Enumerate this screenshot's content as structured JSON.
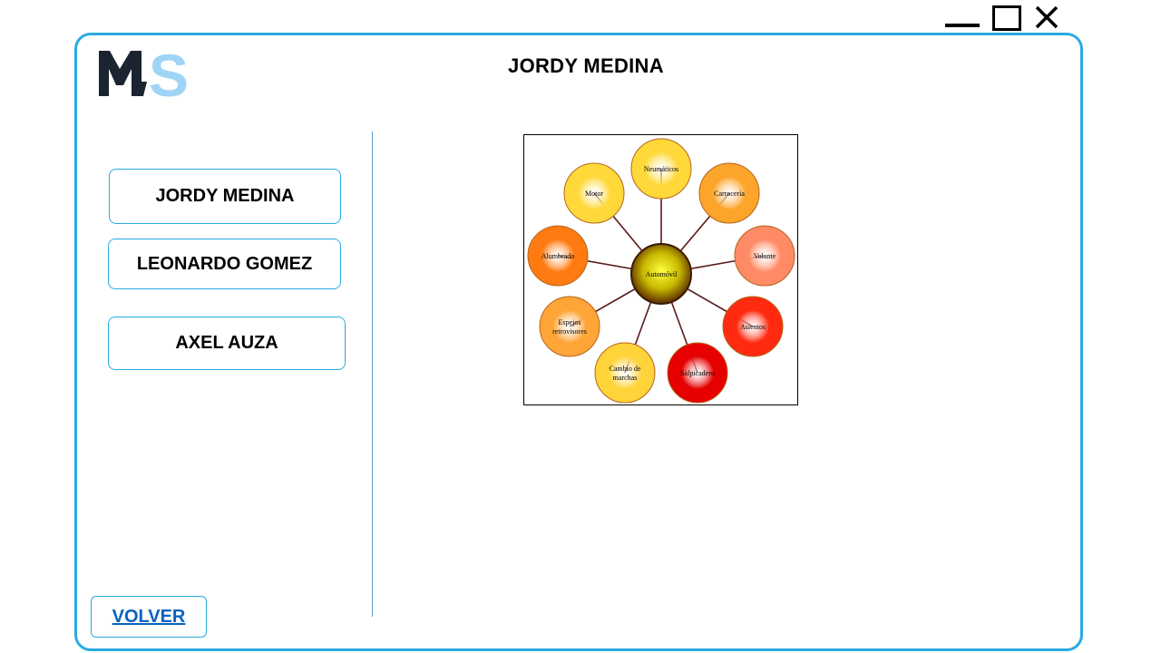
{
  "window": {
    "minimize_icon": "minimize-icon",
    "maximize_icon": "maximize-icon",
    "close_icon": "close-icon"
  },
  "logo": {
    "letters": "MS",
    "colors": {
      "m": "#1b2430",
      "s": "#9fd4f5"
    }
  },
  "header": {
    "title": "JORDY MEDINA"
  },
  "sidebar": {
    "items": [
      {
        "label": "JORDY MEDINA"
      },
      {
        "label": "LEONARDO GOMEZ"
      },
      {
        "label": "AXEL AUZA"
      }
    ],
    "back_label": "VOLVER"
  },
  "diagram": {
    "center": {
      "label": "Automóvil",
      "color": "#a39400"
    },
    "nodes": [
      {
        "label": "Neumáticos",
        "color": "#ffd93a"
      },
      {
        "label": "Carrocería",
        "color": "#fca52a"
      },
      {
        "label": "Volante",
        "color": "#ff8a66"
      },
      {
        "label": "Asientos",
        "color": "#ff2a10"
      },
      {
        "label": "Salpicadero",
        "color": "#e60000"
      },
      {
        "label": "Cambio de marchas",
        "color": "#ffd33a"
      },
      {
        "label": "Espejos retrovisores",
        "color": "#ffa538"
      },
      {
        "label": "Alumbrado",
        "color": "#ff7a10"
      },
      {
        "label": "Motor",
        "color": "#ffd93a"
      }
    ]
  },
  "theme": {
    "accent": "#29abe2",
    "link": "#0563c1"
  }
}
